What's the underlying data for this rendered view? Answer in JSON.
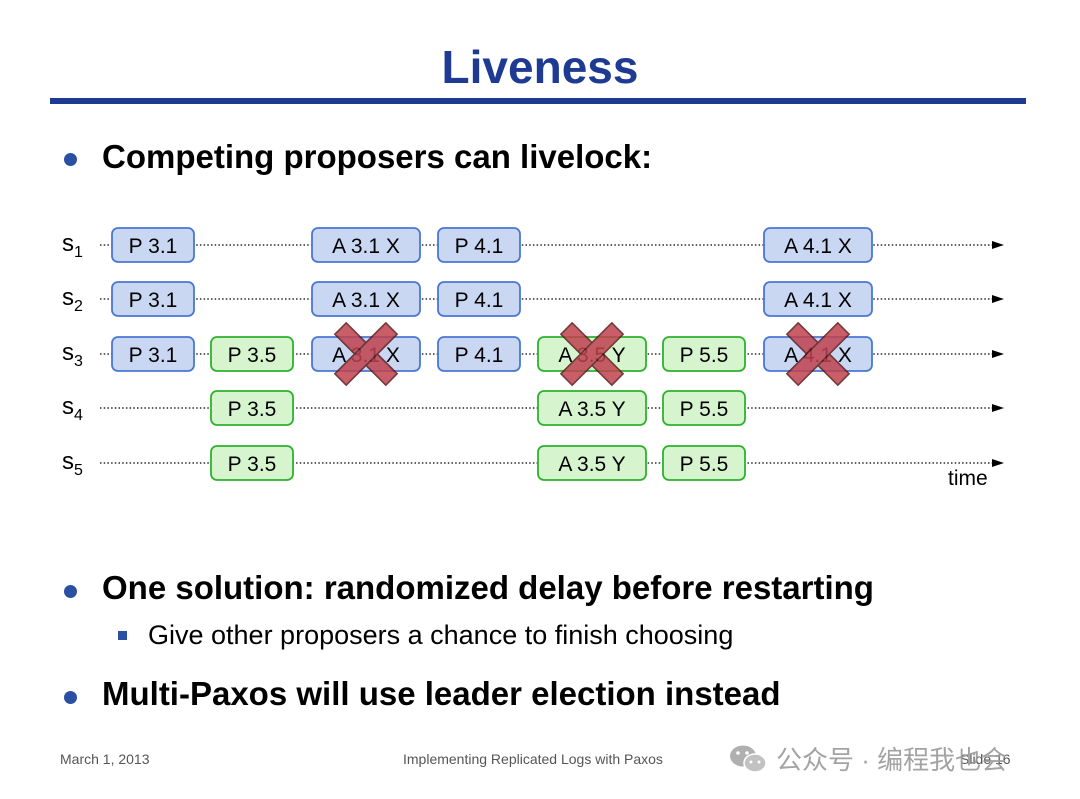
{
  "slide": {
    "title": "Liveness",
    "bullets": [
      "Competing proposers can livelock:",
      "One solution: randomized delay before restarting",
      "Multi-Paxos will use leader election instead"
    ],
    "sub_bullets": [
      "Give other proposers a chance to finish choosing"
    ]
  },
  "diagram": {
    "servers": [
      {
        "label": "s",
        "index": "1"
      },
      {
        "label": "s",
        "index": "2"
      },
      {
        "label": "s",
        "index": "3"
      },
      {
        "label": "s",
        "index": "4"
      },
      {
        "label": "s",
        "index": "5"
      }
    ],
    "time_label": "time",
    "events": [
      {
        "server": 1,
        "text": "P 3.1",
        "style": "blue",
        "failed": false
      },
      {
        "server": 1,
        "text": "A 3.1 X",
        "style": "blue",
        "failed": false
      },
      {
        "server": 1,
        "text": "P 4.1",
        "style": "blue",
        "failed": false
      },
      {
        "server": 1,
        "text": "A 4.1 X",
        "style": "blue",
        "failed": false
      },
      {
        "server": 2,
        "text": "P 3.1",
        "style": "blue",
        "failed": false
      },
      {
        "server": 2,
        "text": "A 3.1 X",
        "style": "blue",
        "failed": false
      },
      {
        "server": 2,
        "text": "P 4.1",
        "style": "blue",
        "failed": false
      },
      {
        "server": 2,
        "text": "A 4.1 X",
        "style": "blue",
        "failed": false
      },
      {
        "server": 3,
        "text": "P 3.1",
        "style": "blue",
        "failed": false
      },
      {
        "server": 3,
        "text": "P 3.5",
        "style": "green",
        "failed": false
      },
      {
        "server": 3,
        "text": "A 3.1 X",
        "style": "blue",
        "failed": true
      },
      {
        "server": 3,
        "text": "P 4.1",
        "style": "blue",
        "failed": false
      },
      {
        "server": 3,
        "text": "A 3.5 Y",
        "style": "green",
        "failed": true
      },
      {
        "server": 3,
        "text": "P 5.5",
        "style": "green",
        "failed": false
      },
      {
        "server": 3,
        "text": "A 4.1 X",
        "style": "blue",
        "failed": true
      },
      {
        "server": 4,
        "text": "P 3.5",
        "style": "green",
        "failed": false
      },
      {
        "server": 4,
        "text": "A 3.5 Y",
        "style": "green",
        "failed": false
      },
      {
        "server": 4,
        "text": "P 5.5",
        "style": "green",
        "failed": false
      },
      {
        "server": 5,
        "text": "P 3.5",
        "style": "green",
        "failed": false
      },
      {
        "server": 5,
        "text": "A 3.5 Y",
        "style": "green",
        "failed": false
      },
      {
        "server": 5,
        "text": "P 5.5",
        "style": "green",
        "failed": false
      }
    ]
  },
  "footer": {
    "date": "March 1, 2013",
    "center": "Implementing Replicated Logs with Paxos",
    "slide": "Slide 16"
  },
  "watermark": {
    "text": "公众号 · 编程我也会",
    "icon": "wechat-icon"
  },
  "colors": {
    "title": "#1f3a93",
    "rule": "#1f3a93",
    "bullet_dot": "#2b4fa3",
    "blue_fill": "#c9d7f3",
    "blue_stroke": "#4a77d4",
    "green_fill": "#d6f5cf",
    "green_stroke": "#2db22d",
    "cross_fill": "#c0424f",
    "cross_stroke": "#5a1a1a"
  }
}
